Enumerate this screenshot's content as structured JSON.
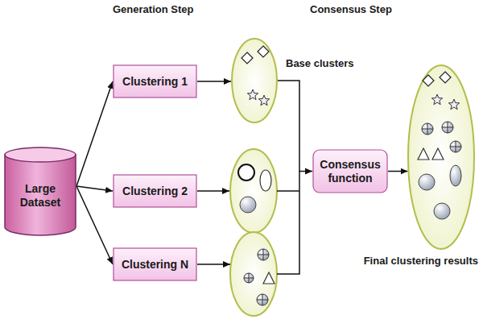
{
  "diagram": {
    "nodes": [
      {
        "text": [
          "Large Dataset"
        ]
      },
      {
        "text": [
          "Clustering 1"
        ]
      },
      {
        "text": [
          "Clustering 2"
        ]
      },
      {
        "text": [
          "Clustering N"
        ]
      },
      {
        "text": [
          "Base clusters"
        ]
      },
      {
        "text": [
          "Consensus function"
        ]
      },
      {
        "text": [
          "Final clustering results"
        ]
      }
    ],
    "edges": [
      {
        "from": 0,
        "to": 1,
        "arrow": "to"
      },
      {
        "from": 0,
        "to": 2,
        "arrow": "to"
      },
      {
        "from": 0,
        "to": 3,
        "arrow": "to"
      },
      {
        "from": 1,
        "to": 4,
        "arrow": "to"
      },
      {
        "from": 4,
        "to": 5,
        "arrow": "to"
      },
      {
        "from": 5,
        "to": 6,
        "arrow": "to"
      }
    ],
    "labels": [
      "Generation Step",
      "Consensus Step"
    ]
  }
}
